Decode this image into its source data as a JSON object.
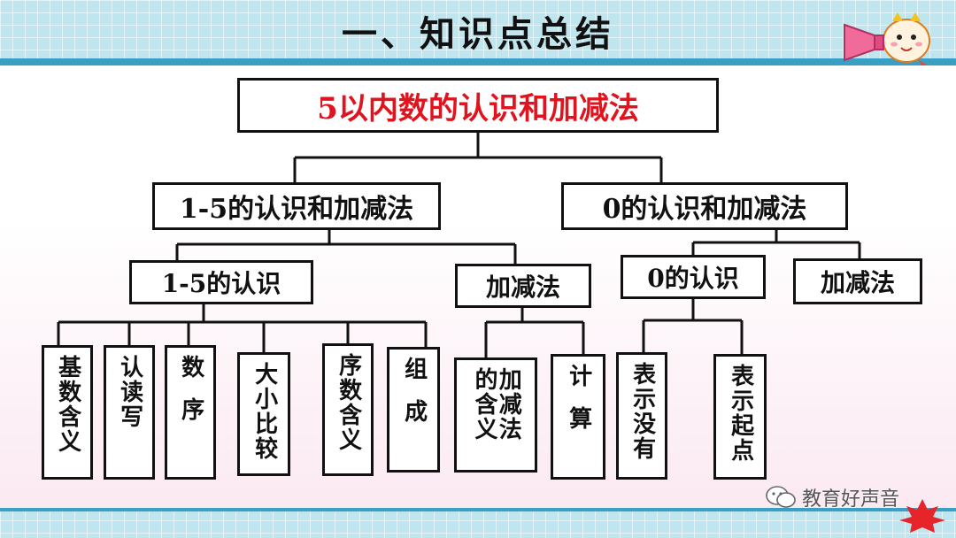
{
  "header": {
    "title": "一、知识点总结"
  },
  "diagram": {
    "root": "5以内数的认识和加减法",
    "left_branch": {
      "label": "1-5的认识和加减法",
      "recognition": {
        "label": "1-5的认识",
        "leaves": [
          "基数含义",
          "认读写",
          "数序",
          "大小比较",
          "序数含义",
          "组成"
        ]
      },
      "arithmetic": {
        "label": "加减法",
        "leaves": [
          "加减法的含义",
          "计算"
        ]
      }
    },
    "right_branch": {
      "label": "0的认识和加减法",
      "recognition": {
        "label": "0的认识",
        "leaves": [
          "表示没有",
          "表示起点"
        ]
      },
      "arithmetic": {
        "label": "加减法"
      }
    }
  },
  "watermark": {
    "text": "教育好声音"
  },
  "colors": {
    "root_text": "#e0141e",
    "header_bg": "#bfe6ee",
    "header_bar": "#3a9fc4",
    "line": "#111111"
  },
  "icons": {
    "mascot": "megaphone-mascot-icon",
    "watermark": "wechat-icon",
    "corner": "maple-leaf-icon"
  }
}
